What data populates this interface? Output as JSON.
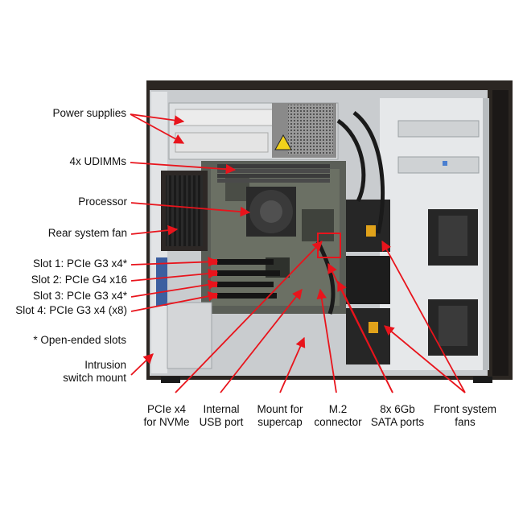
{
  "figure": {
    "accent_color": "#e8141c",
    "side_labels": {
      "power_supplies": "Power supplies",
      "udimms": "4x UDIMMs",
      "processor": "Processor",
      "rear_fan": "Rear system fan",
      "slot1": "Slot 1: PCIe G3 x4*",
      "slot2": "Slot 2: PCIe G4 x16",
      "slot3": "Slot 3: PCIe G3 x4*",
      "slot4": "Slot 4: PCIe G3 x4 (x8)",
      "open_ended": "* Open-ended slots",
      "intrusion_1": "Intrusion",
      "intrusion_2": "switch mount"
    },
    "bottom_labels": {
      "pcie_nvme_1": "PCIe x4",
      "pcie_nvme_2": "for NVMe",
      "usb_1": "Internal",
      "usb_2": "USB port",
      "supercap_1": "Mount for",
      "supercap_2": "supercap",
      "m2_1": "M.2",
      "m2_2": "connector",
      "sata_1": "8x 6Gb",
      "sata_2": "SATA ports",
      "fans_1": "Front system",
      "fans_2": "fans"
    }
  }
}
